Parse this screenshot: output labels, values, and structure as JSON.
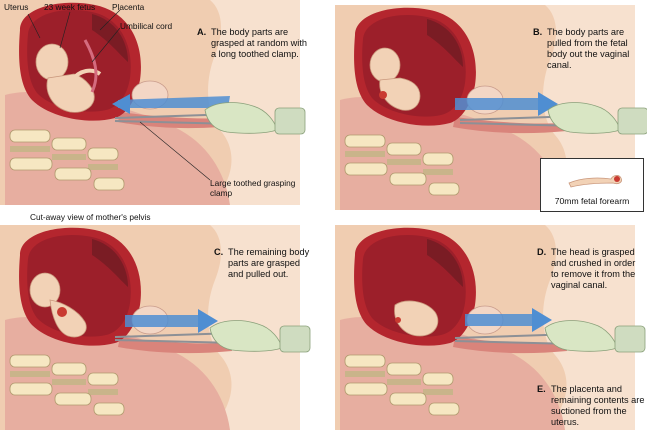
{
  "labels": {
    "uterus": "Uterus",
    "fetus": "23 week fetus",
    "placenta": "Placenta",
    "cord": "Umbilical cord",
    "clamp": "Large toothed grasping clamp",
    "pelvis": "Cut-away view of mother's pelvis"
  },
  "steps": [
    {
      "letter": "A.",
      "text": "The body parts are grasped at random with a long toothed clamp."
    },
    {
      "letter": "B.",
      "text": "The body parts are pulled from the fetal body out the vaginal canal."
    },
    {
      "letter": "C.",
      "text": "The remaining body parts are grasped and pulled out."
    },
    {
      "letter": "D.",
      "text": "The head is grasped and crushed in order to remove it from the vaginal canal."
    },
    {
      "letter": "E.",
      "text": "The placenta and remaining contents are suctioned from the uterus."
    }
  ],
  "inset": {
    "label": "70mm fetal forearm"
  },
  "colors": {
    "skin": "#f2d2b6",
    "tissue": "#e2a59a",
    "uterus_wall": "#b4262e",
    "uterus_inner": "#9c1f2a",
    "placenta": "#7a1c24",
    "bone": "#f6e7c2",
    "disc": "#c9b48a",
    "arrow": "#4f8ed2",
    "glove": "#d9e6c4",
    "clamp": "#8d9096"
  },
  "icons": [
    "forearm-icon",
    "glove-icon",
    "clamp-icon",
    "arrow-icon"
  ]
}
